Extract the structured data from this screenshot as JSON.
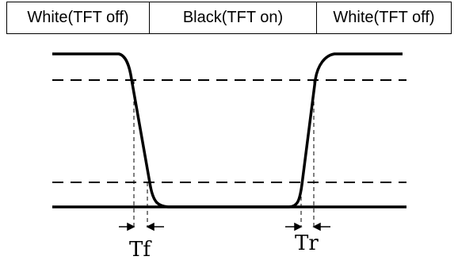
{
  "header": {
    "cells": [
      {
        "label": "White(TFT off)"
      },
      {
        "label": "Black(TFT on)"
      },
      {
        "label": "White(TFT off)"
      }
    ]
  },
  "timing": {
    "fall_label": "Tf",
    "rise_label": "Tr"
  }
}
